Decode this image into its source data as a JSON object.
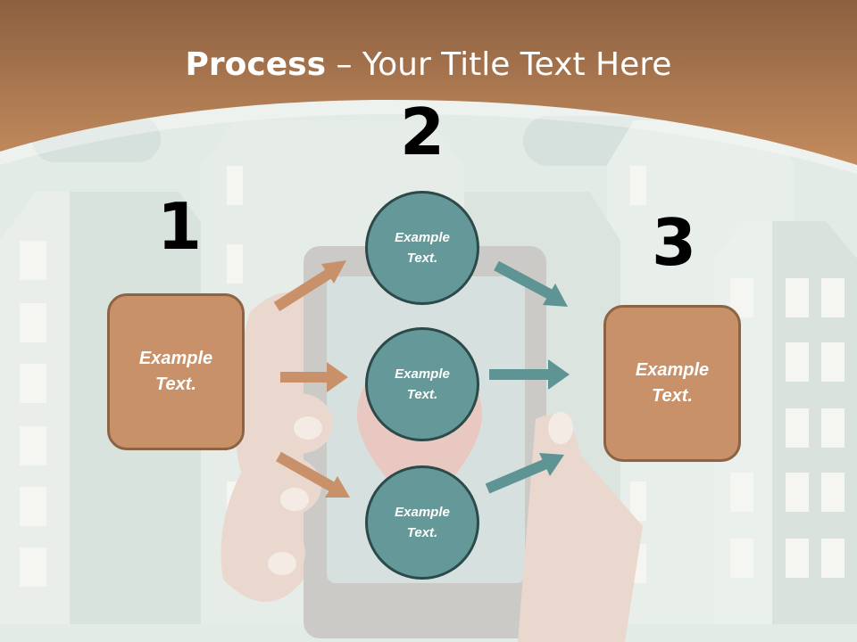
{
  "title": {
    "bold": "Process",
    "rest": " – Your Title Text Here"
  },
  "steps": [
    {
      "number": "1",
      "boxes": [
        "Example\nText."
      ]
    },
    {
      "number": "2",
      "circles": [
        "Example\nText.",
        "Example\nText.",
        "Example\nText."
      ]
    },
    {
      "number": "3",
      "boxes": [
        "Example\nText."
      ]
    }
  ],
  "colors": {
    "header": "#b07a52",
    "box": "#c8916a",
    "circle": "#659898",
    "arrow_orange": "#c8916a",
    "arrow_teal": "#5e9494"
  }
}
